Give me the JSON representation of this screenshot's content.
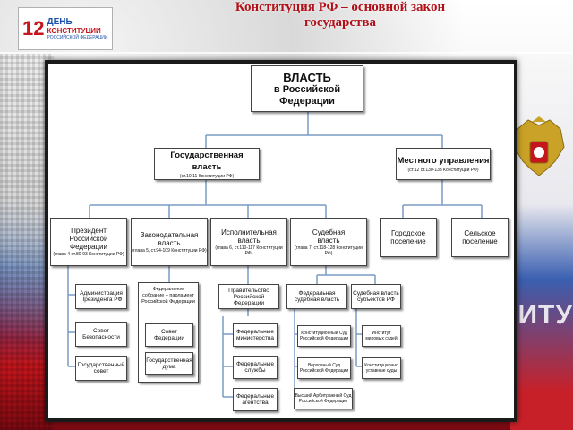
{
  "slide": {
    "title_line1": "Конституция РФ – основной закон",
    "title_line2": "государства",
    "logo": {
      "number": "12",
      "day": "ДЕНЬ",
      "constitution": "КОНСТИТУЦИИ",
      "country": "РОССИЙСКОЙ ФЕДЕРАЦИИ"
    },
    "background_word": "СТИТУ",
    "colors": {
      "accent_red": "#c4161c",
      "accent_blue": "#1b4fa8"
    }
  },
  "diagram": {
    "root": {
      "line1": "ВЛАСТЬ",
      "line2": "в Российской Федерации"
    },
    "state": {
      "title": "Государственная власть",
      "sub": "(ст.10,11 Конституции РФ)"
    },
    "local": {
      "title": "Местного управления",
      "sub": "(ст.12 ст.130-133 Конституции РФ)"
    },
    "branches": {
      "president": {
        "line1": "Президент",
        "line2": "Российской Федерации",
        "sub": "(глава 4 ст.80-93 Конституции РФ)"
      },
      "legislative": {
        "line1": "Законодательная",
        "line2": "власть",
        "sub": "(глава 5, ст.94-109 Конституции РФ)"
      },
      "executive": {
        "line1": "Исполнительная",
        "line2": "власть",
        "sub": "(глава 6, ст.110-117 Конституции РФ)"
      },
      "judicial": {
        "line1": "Судебная",
        "line2": "власть",
        "sub": "(глава 7, ст.118-128 Конституции РФ)"
      }
    },
    "local_units": {
      "city": {
        "line1": "Городское",
        "line2": "поселение"
      },
      "rural": {
        "line1": "Сельское",
        "line2": "поселение"
      }
    },
    "president_items": [
      {
        "line1": "Администрация",
        "line2": "Президента РФ"
      },
      {
        "line1": "Совет",
        "line2": "Безопасности"
      },
      {
        "line1": "Государственный",
        "line2": "совет"
      }
    ],
    "legislative_items": {
      "parliament": {
        "line1": "Федеральное",
        "line2": "собрание – парламент",
        "line3": "Российской Федерации"
      },
      "council": {
        "line1": "Совет",
        "line2": "Федерации"
      },
      "duma": {
        "line1": "Государственная",
        "line2": "дума"
      }
    },
    "executive_items": {
      "government": {
        "line1": "Правительство",
        "line2": "Российской Федерации"
      },
      "ministries": {
        "line1": "Федеральные",
        "line2": "министерства"
      },
      "services": {
        "line1": "Федеральные",
        "line2": "службы"
      },
      "agencies": {
        "line1": "Федеральные",
        "line2": "агентства"
      }
    },
    "judicial_items": {
      "federal": {
        "line1": "Федеральная",
        "line2": "судебная власть"
      },
      "subjects": {
        "line1": "Судебная власть",
        "line2": "субъектов РФ"
      },
      "constitutional": {
        "line1": "Конституционный Суд",
        "line2": "Российской Федерации"
      },
      "supreme": {
        "line1": "Верховный Суд",
        "line2": "Российской Федерации"
      },
      "arbitration": {
        "line1": "Высший Арбитражный Суд",
        "line2": "Российской Федерации"
      },
      "magistrates": {
        "line1": "Институт",
        "line2": "мировых судей"
      },
      "statutory": {
        "line1": "Конституционно",
        "line2": "уставные суды"
      }
    }
  }
}
